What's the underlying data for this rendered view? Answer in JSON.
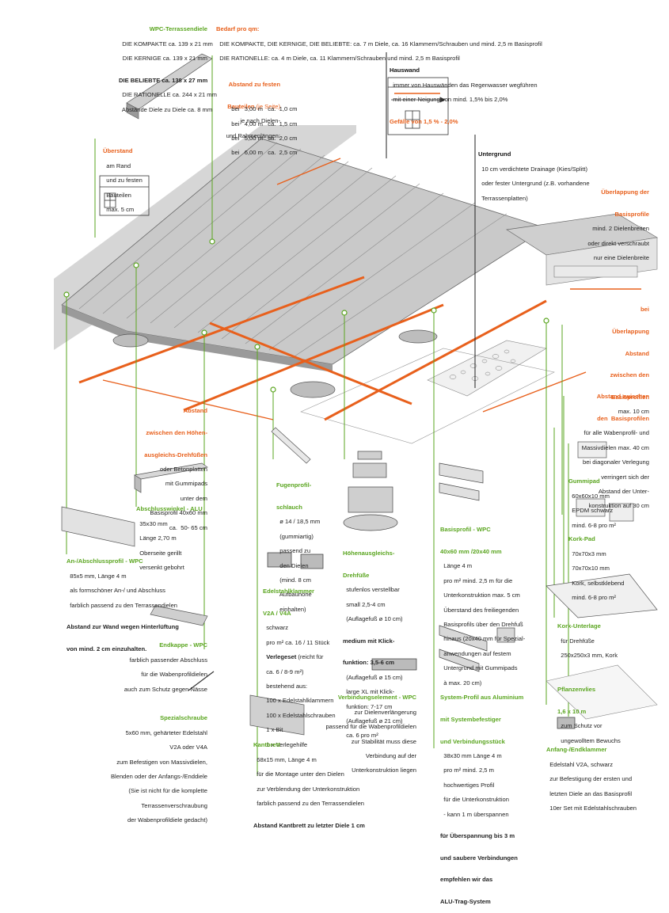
{
  "colors": {
    "green": "#5aa51f",
    "orange": "#e8601c",
    "gray": "#d4d4d4",
    "dark": "#555555"
  },
  "labels": {
    "wpc_terrassendiele": {
      "title": "WPC-Terrassendiele",
      "l1": "DIE KOMPAKTE ca. 139 x 21 mm",
      "l2": "DIE KERNIGE ca. 139 x 21 mm",
      "l3": "DIE BELIEBTE ca. 138 x 27 mm",
      "l4": "DIE RATIONELLE ca. 244 x 21 mm",
      "l5": "Abstände Diele zu Diele ca. 8 mm"
    },
    "bedarf": {
      "title": "Bedarf pro qm:",
      "l1": "DIE KOMPAKTE, DIE KERNIGE, DIE BELIEBTE: ca. 7 m Diele, ca. 16 Klammern/Schrauben und mind. 2,5 m Basisprofil",
      "l2": "DIE RATIONELLE: ca. 4 m Diele, ca. 11 Klammern/Schrauben und mind. 2,5 m Basisprofil"
    },
    "hauswand": {
      "title": "Hauswand",
      "l1": "immer von Hauswänden das Regenwasser wegführen",
      "l2": "mit einer Neigung von mind. 1,5% bis 2,0%"
    },
    "gefaelle": "Gefälle von 1,5 % - 2,0%",
    "abstand_feste_bauteile": {
      "title1": "Abstand zu festen",
      "title2": "Bauteilen",
      "title3": "(je Seite)",
      "l1": "je nach Dielen-",
      "l2": "und Rahmenlängen:",
      "rows": [
        [
          "bei",
          "3,00 m",
          "ca.",
          "1,0 cm"
        ],
        [
          "bei",
          "4,00 m",
          "ca.",
          "1,5 cm"
        ],
        [
          "bei",
          "5,00 m",
          "ca.",
          "2,0 cm"
        ],
        [
          "bei",
          "6,00 m",
          "ca.",
          "2,5 cm"
        ]
      ]
    },
    "ueberstand": {
      "title": "Überstand",
      "l1": "am Rand",
      "l2": "und zu festen",
      "l3": "Bauteilen",
      "l4": "max. 5 cm"
    },
    "untergrund": {
      "title": "Untergrund",
      "l1": "10 cm verdichtete Drainage (Kies/Splitt)",
      "l2": "oder fester Untergrund (z.B. vorhandene",
      "l3": "Terrassenplatten)"
    },
    "ueberlappung": {
      "title1": "Überlappung der",
      "title2": "Basisprofile",
      "l1": "mind. 2 Dielenbreiten",
      "l2": "oder direkt verschraubt",
      "l3": "nur eine Dielenbreite"
    },
    "bei_ueberlappung": {
      "t1": "bei",
      "t2": "Überlappung",
      "t3": "Abstand",
      "t4": "zwischen den",
      "t5": "Basisprofilen",
      "l1": "max. 10 cm"
    },
    "abstand_basisprofilen": {
      "title1": "Abstand zwischen",
      "title2": "den  Basisprofilen",
      "l1": "für alle Wabenprofil- und",
      "l2": "Massivdielen max. 40 cm",
      "l3": "bei diagonaler Verlegung",
      "l4": "verringert sich der",
      "l5": "Abstand der Unter-",
      "l6": "konstruktion auf 30 cm"
    },
    "abstand_hoehen": {
      "t1": "Abstand",
      "t2": "zwischen den Höhen-",
      "t3": "ausgleichs-Drehfüßen",
      "l1": "oder Betonplatten",
      "l2": "mit Gummipads",
      "l3": "unter dem",
      "l4": "Basisprofil 40x60 mm",
      "l5": "ca.  50- 65 cm"
    },
    "abschlusswinkel": {
      "title": "Abschlusswinkel - ALU",
      "l1": "35x30 mm",
      "l2": "Länge 2,70 m",
      "l3": "Oberseite gerillt",
      "l4": "versenkt gebohrt"
    },
    "fugenprofil": {
      "t1": "Fugenprofil-",
      "t2": "schlauch",
      "l1": "ø 14 / 18,5 mm",
      "l2": "(gummiartig)",
      "l3": "passend zu",
      "l4": "den Dielen",
      "l5": "(mind. 8 cm",
      "l6": "Aufbauhöhe",
      "l7": "einhalten)"
    },
    "hoehenausgleich": {
      "t1": "Höhenausgleichs-",
      "t2": "Drehfüße",
      "l1": "stufenlos verstellbar",
      "l2": "small 2,5-4 cm",
      "l3": "(Auflagefuß ø 10 cm)",
      "l4": "medium mit Klick-",
      "l5": "funktion: 3,5-6 cm",
      "l6": "(Auflagefuß ø 15 cm)",
      "l7": "large XL mit Klick-",
      "l8": "funktion: 7-17 cm",
      "l9": "(Auflagefuß ø 21 cm)",
      "l10": "ca. 6 pro m²"
    },
    "basisprofil": {
      "t1": "Basisprofil - WPC",
      "t2": "40x60 mm /20x40 mm",
      "l1": "Länge 4 m",
      "l2": "pro m² mind. 2,5 m für die",
      "l3": "Unterkonstruktion max. 5 cm",
      "l4": "Überstand des freiliegenden",
      "l5": "Basisprofils über den Drehfuß",
      "l6": "hinaus (20x40 mm für Spezial-",
      "l7": "anwendungen auf festem",
      "l8": "Untergrund mit Gummipads",
      "l9": "à max. 20 cm)"
    },
    "gummipad": {
      "title": "Gummipad",
      "l1": "60x60x10 mm",
      "l2": "EPDM schwarz",
      "l3": "mind. 6-8 pro m²"
    },
    "korkpad": {
      "title": "Kork-Pad",
      "l1": "70x70x3 mm",
      "l2": "70x70x10 mm",
      "l3": "Kork, selbstklebend",
      "l4": "mind. 6-8 pro m²"
    },
    "anschlussprofil": {
      "title": "An-/Abschlussprofil - WPC",
      "l1": "85x5 mm, Länge 4 m",
      "l2": "als formschöner An-/ und Abschluss",
      "l3": "farblich passend zu den Terrassendielen",
      "l4": "Abstand zur Wand wegen Hinterlüftung",
      "l5": "von mind. 2 cm einzuhalten."
    },
    "edelstahlklammer": {
      "t1": "Edelstahlklammer",
      "t2": "V2A / V4A",
      "l1": "schwarz",
      "l2": "pro m² ca. 16 / 11 Stück",
      "l3": "Verlegeset",
      "l3b": " (reicht für",
      "l4": "ca. 6 / 8-9 m²)",
      "l5": "bestehend aus:",
      "l6": "100 x Edelstahlklammern",
      "l7": "100 x Edelstahlschrauben",
      "l8": "1 x Bit",
      "l9": "1 x Verlegehilfe"
    },
    "korkunterlage": {
      "title": "Kork-Unterlage",
      "l1": "für Drehfüße",
      "l2": "250x250x3 mm, Kork"
    },
    "endkappe": {
      "title": "Endkappe - WPC",
      "l1": "farblich passender Abschluss",
      "l2": "für die Wabenprofildielen",
      "l3": "auch zum Schutz gegen Nässe"
    },
    "verbindungselement": {
      "title": "Verbindungselement - WPC",
      "l1": "zur Dielenverlängerung",
      "l2": "passend für die Wabenprofildielen",
      "l3": "zur Stabilität muss diese",
      "l4": "Verbindung auf der",
      "l5": "Unterkonstruktion liegen"
    },
    "systemprofil": {
      "t1": "System-Profil aus Aluminium",
      "t2": "mit Systembefestiger",
      "t3": "und Verbindungsstück",
      "l1": "38x30 mm Länge 4 m",
      "l2": "pro m² mind. 2,5 m",
      "l3": "hochwertiges Profil",
      "l4": "für die Unterkonstruktion",
      "l5": "- kann 1 m überspannen",
      "l6": "für Überspannung bis 3 m",
      "l7": "und saubere Verbindungen",
      "l8": "empfehlen wir das",
      "l9": "ALU-Trag-System"
    },
    "pflanzenvlies": {
      "title1": "Pflanzenvlies",
      "title2": "1,6 x 10 m",
      "l1": "zum Schutz vor",
      "l2": "ungewolltem Bewuchs"
    },
    "spezialschraube": {
      "title": "Spezialschraube",
      "l1": "5x60 mm, gehärteter Edelstahl",
      "l2": "V2A oder V4A",
      "l3": "zum Befestigen von Massivdielen,",
      "l4": "Blenden oder der Anfangs-/Enddiele",
      "l5": "(Sie ist nicht für die komplette",
      "l6": "Terrassenverschraubung",
      "l7": "der Wabenprofildiele gedacht)"
    },
    "kantbrett": {
      "title": "Kantbrett",
      "l1": "68x15 mm, Länge 4 m",
      "l2": "für die Montage unter den Dielen",
      "l3": "zur Verblendung der Unterkonstruktion",
      "l4": "farblich passend zu den Terrassendielen",
      "l5": "Abstand Kantbrett zu letzter Diele 1 cm"
    },
    "anfangsklammer": {
      "title": "Anfang-/Endklammer",
      "l1": "Edelstahl V2A, schwarz",
      "l2": "zur Befestigung der ersten und",
      "l3": "letzten Diele an das Basisprofil",
      "l4": "10er Set mit Edelstahlschrauben"
    }
  }
}
